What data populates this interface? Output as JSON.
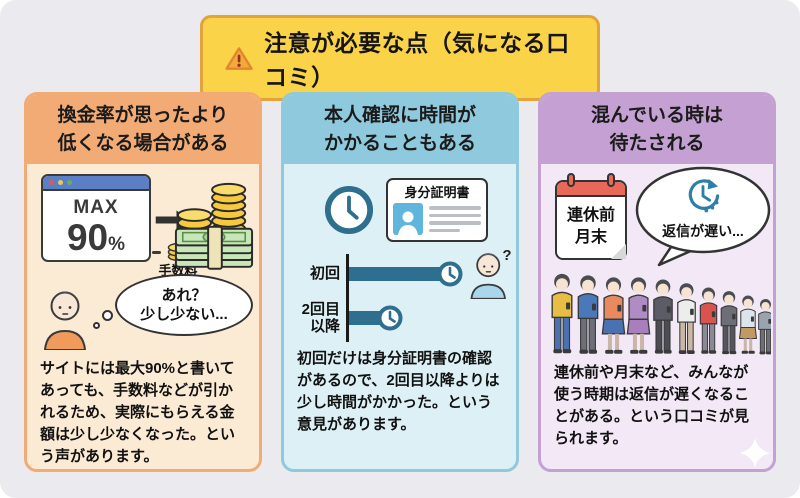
{
  "page": {
    "background": "#EBEBEF"
  },
  "banner": {
    "title": "注意が必要な点（気になる口コミ）",
    "bg_color": "#FAD349",
    "border_color": "#E2A33C",
    "icon": "warning-triangle-icon"
  },
  "icons": {
    "warning-triangle-icon": "orange triangle with exclamation mark",
    "clock-icon": "round clock face with hands",
    "delayed-clock-icon": "clock with circular refresh arrow and dots",
    "arrow-right-icon": "solid black right arrow",
    "coin-stack-icon": "stacked gold coins",
    "sparkle-icon": "white four-point star"
  },
  "columns": [
    {
      "id": "exchange-rate",
      "accent": "#F2AB74",
      "body_bg": "#FCEBD4",
      "title": "換金率が思ったより\n低くなる場合がある",
      "browser": {
        "max": "MAX",
        "value": "90",
        "unit": "%"
      },
      "fee_label": "手数料",
      "thought_bubble": "あれ？\n少し少ない...",
      "body_text": "サイトには最大90%と書いてあっても、手数料などが引かれるため、実際にもらえる金額は少し少なくなった。という声があります。"
    },
    {
      "id": "identity-check",
      "accent": "#8FC9DD",
      "body_bg": "#DDF0F6",
      "title": "本人確認に時間が\nかかることもある",
      "id_card_label": "身分証明書",
      "chart": {
        "type": "bar",
        "categories": [
          "初回",
          "2回目以降"
        ],
        "values": [
          100,
          40
        ],
        "value_meaning": "relative waiting time (no axis labels shown)",
        "bar_color": "#2E6E8E"
      },
      "body_text": "初回だけは身分証明書の確認があるので、2回目以降よりは少し時間がかかった。という意見があります。"
    },
    {
      "id": "busy-times",
      "accent": "#C5A0D2",
      "body_bg": "#F3E8F6",
      "title": "混んでいる時は\n待たされる",
      "calendar_text": "連休前\n月末",
      "bubble_text": "返信が遅い...",
      "body_text": "連休前や月末など、みんなが使う時期は返信が遅くなることがある。という口コミが見られます。",
      "crowd": [
        {
          "top": "#E7BD43",
          "bottom": "#4A72B0",
          "h": 84
        },
        {
          "top": "#4A78B8",
          "bottom": "#6E6E78",
          "h": 82
        },
        {
          "top": "#E8895E",
          "bottom": "#4A72B0",
          "h": 80,
          "skirt": true
        },
        {
          "top": "#B08CC4",
          "bottom": "#A87FBC",
          "h": 80,
          "skirt": true
        },
        {
          "top": "#5C5C66",
          "bottom": "#4C4C55",
          "h": 78
        },
        {
          "top": "#EDEDED",
          "bottom": "#C9B9A2",
          "h": 74
        },
        {
          "top": "#D9534F",
          "bottom": "#8A8A94",
          "h": 70
        },
        {
          "top": "#6E6E78",
          "bottom": "#55555E",
          "h": 66
        },
        {
          "top": "#DCE4EC",
          "bottom": "#C09A62",
          "h": 62,
          "skirt": true
        },
        {
          "top": "#9AA4B0",
          "bottom": "#6E6E78",
          "h": 58
        },
        {
          "top": "#3E5A7E",
          "bottom": "#44536B",
          "h": 54
        }
      ]
    }
  ]
}
